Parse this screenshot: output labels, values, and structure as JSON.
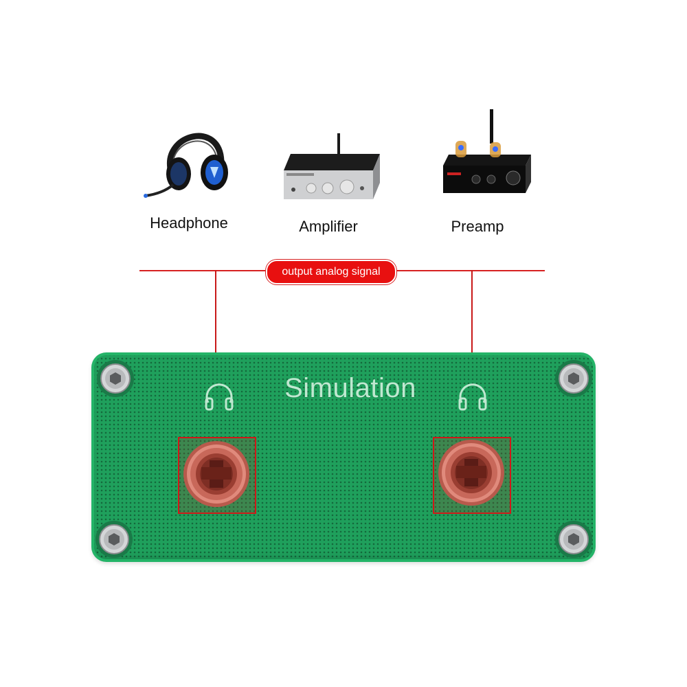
{
  "devices": [
    {
      "name": "headphone",
      "label": "Headphone",
      "icon": "headphone-icon"
    },
    {
      "name": "amplifier",
      "label": "Amplifier",
      "icon": "amplifier-icon"
    },
    {
      "name": "preamp",
      "label": "Preamp",
      "icon": "preamp-icon"
    }
  ],
  "signal": {
    "label": "output analog signal"
  },
  "enclosure": {
    "label": "Simulation"
  },
  "jacks": [
    {
      "name": "left-output-jack",
      "icon": "headphone-jack-icon"
    },
    {
      "name": "right-output-jack",
      "icon": "headphone-jack-icon"
    }
  ],
  "colors": {
    "enclosure_green": "#1fa05c",
    "signal_red": "#e81010",
    "jack_copper": "#c8685a",
    "text": "#111111"
  }
}
